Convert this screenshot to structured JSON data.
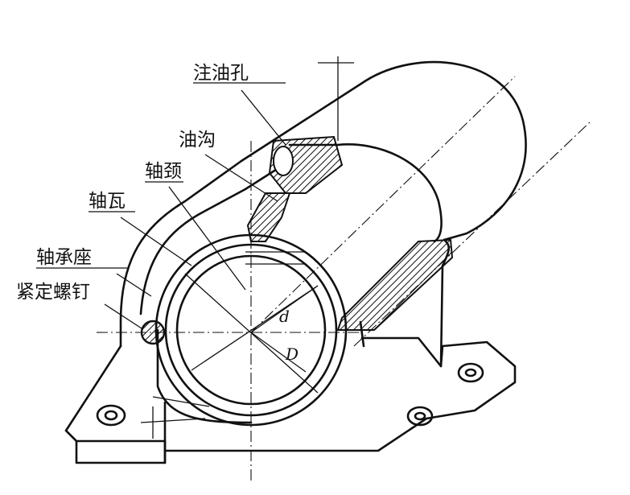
{
  "labels": {
    "oil_hole": "注油孔",
    "oil_groove": "油沟",
    "journal": "轴颈",
    "bearing_shell": "轴瓦",
    "bearing_seat": "轴承座",
    "set_screw": "紧定螺钉"
  },
  "dimensions": {
    "inner_diameter": "d",
    "outer_diameter": "D"
  }
}
